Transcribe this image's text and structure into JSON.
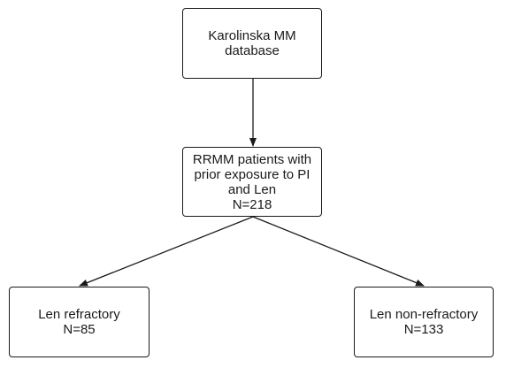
{
  "flowchart": {
    "source_box": {
      "lines": [
        "Karolinska MM",
        "database"
      ]
    },
    "cohort_box": {
      "lines": [
        "RRMM patients with",
        "prior exposure to PI",
        "and Len",
        "N=218"
      ]
    },
    "refractory_box": {
      "lines": [
        "Len refractory",
        "N=85"
      ]
    },
    "non_refractory_box": {
      "lines": [
        "Len non-refractory",
        "N=133"
      ]
    }
  },
  "colors": {
    "stroke": "#1a1a1a",
    "background": "#ffffff"
  }
}
